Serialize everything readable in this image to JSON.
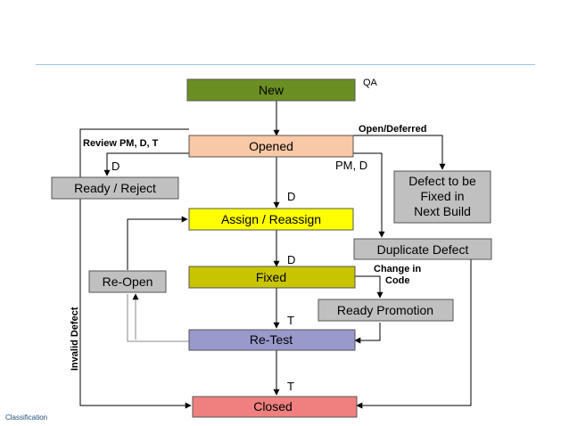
{
  "footer": {
    "classification": "Classification"
  },
  "colors": {
    "new": "#6b8e23",
    "opened": "#f9c8a6",
    "assign": "#ffff00",
    "fixed": "#c8c400",
    "retest": "#9999cc",
    "closed": "#f08080",
    "gray": "#c0c0c0",
    "line": "#000000",
    "dashed": "#7f7f7f"
  },
  "nodes": {
    "new": "New",
    "opened": "Opened",
    "ready_reject": "Ready / Reject",
    "defect_fixed_next_1": "Defect to be",
    "defect_fixed_next_2": "Fixed in",
    "defect_fixed_next_3": "Next Build",
    "assign": "Assign / Reassign",
    "duplicate": "Duplicate Defect",
    "reopen": "Re-Open",
    "fixed": "Fixed",
    "ready_promotion": "Ready Promotion",
    "retest": "Re-Test",
    "closed": "Closed"
  },
  "labels": {
    "qa": "QA",
    "open_deferred": "Open/Deferred",
    "review": "Review PM, D, T",
    "d_reject": "D",
    "pm_d": "PM, D",
    "d_assign": "D",
    "d_fixed": "D",
    "change_in_1": "Change in",
    "change_in_2": "Code",
    "t_retest": "T",
    "t_closed": "T",
    "invalid_defect": "Invalid Defect"
  }
}
